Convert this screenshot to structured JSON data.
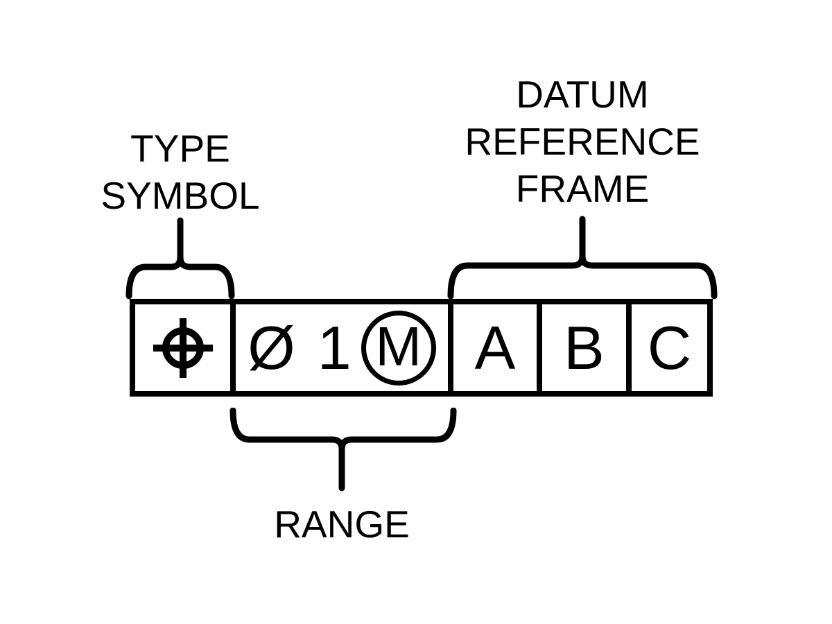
{
  "diagram": {
    "title_hint": "GD&T feature control frame anatomy",
    "colors": {
      "ink": "#000000",
      "background": "#ffffff"
    },
    "labels": {
      "type_symbol": "TYPE\nSYMBOL",
      "datum_reference_frame": "DATUM\nREFERENCE\nFRAME",
      "range": "RANGE"
    },
    "frame": {
      "type_symbol_cell": {
        "symbol_name": "position-symbol"
      },
      "range_cell": {
        "diameter": "Ø",
        "value": "1",
        "modifier": "M"
      },
      "datums": [
        "A",
        "B",
        "C"
      ]
    }
  }
}
